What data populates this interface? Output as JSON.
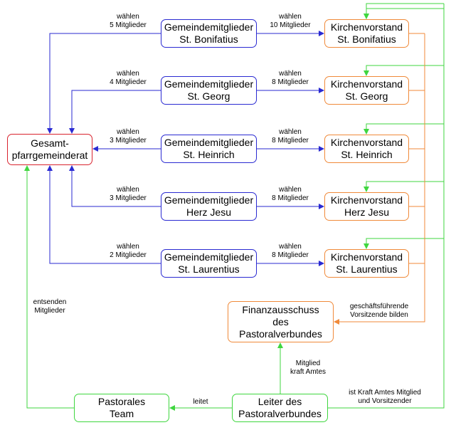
{
  "colors": {
    "blue": "#2a2ad2",
    "orange": "#f08a3a",
    "red": "#d9232e",
    "green": "#3fd63f"
  },
  "members": [
    {
      "line1": "Gemeindemitglieder",
      "line2": "St. Bonifatius",
      "left_label": {
        "line1": "wählen",
        "line2": "5 Mitglieder"
      },
      "right_label": {
        "line1": "wählen",
        "line2": "10 Mitglieder"
      }
    },
    {
      "line1": "Gemeindemitglieder",
      "line2": "St. Georg",
      "left_label": {
        "line1": "wählen",
        "line2": "4 Mitglieder"
      },
      "right_label": {
        "line1": "wählen",
        "line2": "8 Mitglieder"
      }
    },
    {
      "line1": "Gemeindemitglieder",
      "line2": "St. Heinrich",
      "left_label": {
        "line1": "wählen",
        "line2": "3 Mitglieder"
      },
      "right_label": {
        "line1": "wählen",
        "line2": "8 Mitglieder"
      }
    },
    {
      "line1": "Gemeindemitglieder",
      "line2": "Herz Jesu",
      "left_label": {
        "line1": "wählen",
        "line2": "3 Mitglieder"
      },
      "right_label": {
        "line1": "wählen",
        "line2": "8 Mitglieder"
      }
    },
    {
      "line1": "Gemeindemitglieder",
      "line2": "St. Laurentius",
      "left_label": {
        "line1": "wählen",
        "line2": "2 Mitglieder"
      },
      "right_label": {
        "line1": "wählen",
        "line2": "8 Mitglieder"
      }
    }
  ],
  "boards": [
    {
      "line1": "Kirchenvorstand",
      "line2": "St. Bonifatius"
    },
    {
      "line1": "Kirchenvorstand",
      "line2": "St. Georg"
    },
    {
      "line1": "Kirchenvorstand",
      "line2": "St. Heinrich"
    },
    {
      "line1": "Kirchenvorstand",
      "line2": "Herz Jesu"
    },
    {
      "line1": "Kirchenvorstand",
      "line2": "St. Laurentius"
    }
  ],
  "council": {
    "line1": "Gesamt-",
    "line2": "pfarrgemeinderat"
  },
  "finance": {
    "line1": "Finanzausschuss",
    "line2": "des",
    "line3": "Pastoralverbundes"
  },
  "leader": {
    "line1": "Leiter des",
    "line2": "Pastoralverbundes"
  },
  "team": {
    "line1": "Pastorales",
    "line2": "Team"
  },
  "labels": {
    "entsenden": {
      "line1": "entsenden",
      "line2": "Mitglieder"
    },
    "geschaeft": {
      "line1": "geschäftsführende",
      "line2": "Vorsitzende bilden"
    },
    "kraft_amtes": {
      "line1": "Mitglied",
      "line2": "kraft Amtes"
    },
    "leitet": "leitet",
    "vorsitzender": {
      "line1": "ist Kraft Amtes Mitglied",
      "line2": "und Vorsitzender"
    }
  }
}
